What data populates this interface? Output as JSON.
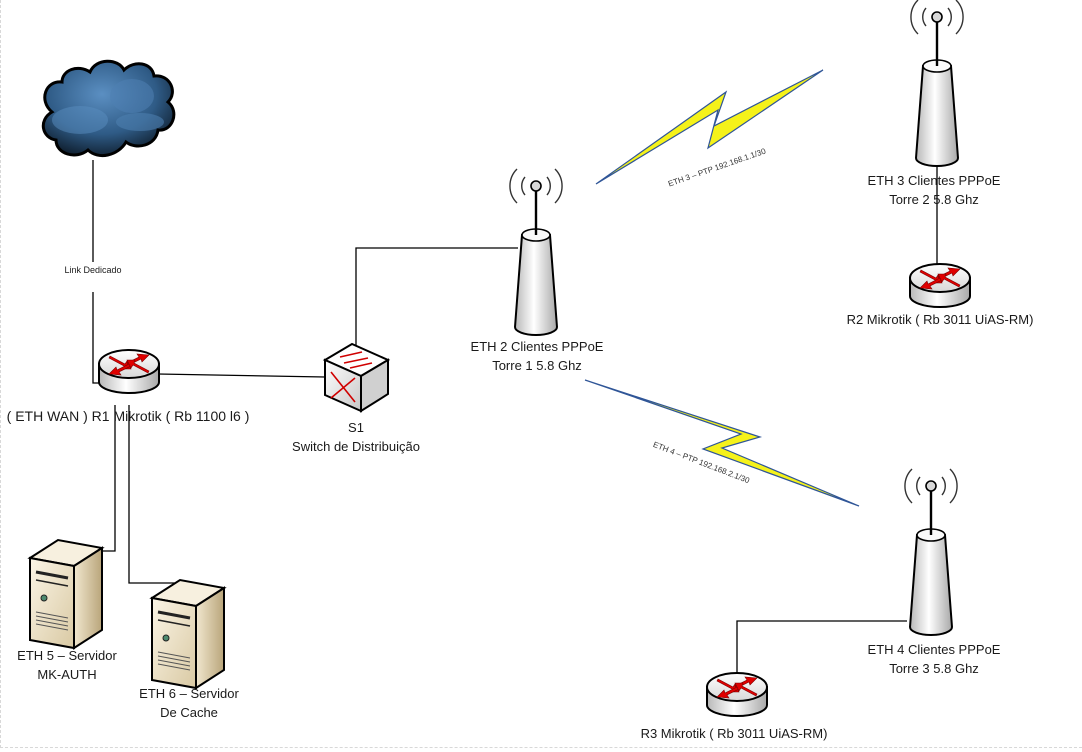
{
  "diagram": {
    "title": "Network topology",
    "nodes": {
      "internet": {
        "type": "cloud",
        "label": ""
      },
      "link": {
        "label": "Link Dedicado"
      },
      "r1": {
        "type": "router",
        "label": "( ETH WAN ) R1 Mikrotik ( Rb 1100 l6 )"
      },
      "s1": {
        "type": "switch",
        "label_line1": "S1",
        "label_line2": "Switch de Distribuição"
      },
      "torre1": {
        "type": "antenna",
        "label_line1": "ETH 2 Clientes PPPoE",
        "label_line2": "Torre 1 5.8 Ghz"
      },
      "torre2": {
        "type": "antenna",
        "label_line1": "ETH 3 Clientes PPPoE",
        "label_line2": "Torre 2  5.8 Ghz"
      },
      "torre3": {
        "type": "antenna",
        "label_line1": "ETH 4 Clientes PPPoE",
        "label_line2": "Torre 3  5.8 Ghz"
      },
      "r2": {
        "type": "router",
        "label": "R2 Mikrotik ( Rb 3011 UiAS-RM)"
      },
      "r3": {
        "type": "router",
        "label": "R3 Mikrotik ( Rb 3011 UiAS-RM)"
      },
      "srv1": {
        "type": "server",
        "label_line1": "ETH 5 – Servidor",
        "label_line2": "MK-AUTH"
      },
      "srv2": {
        "type": "server",
        "label_line1": "ETH 6 – Servidor",
        "label_line2": "De Cache"
      }
    },
    "wireless_links": {
      "ptp1": {
        "label": "ETH 3 – PTP 192.168.1.1/30"
      },
      "ptp2": {
        "label": "ETH 4 – PTP 192.168.2.1/30"
      }
    },
    "colors": {
      "bolt_fill": "#f5f21a",
      "bolt_stroke": "#2f5597",
      "router_arrow": "#e00000",
      "cloud": "#3d6e9c",
      "line": "#000000"
    }
  }
}
